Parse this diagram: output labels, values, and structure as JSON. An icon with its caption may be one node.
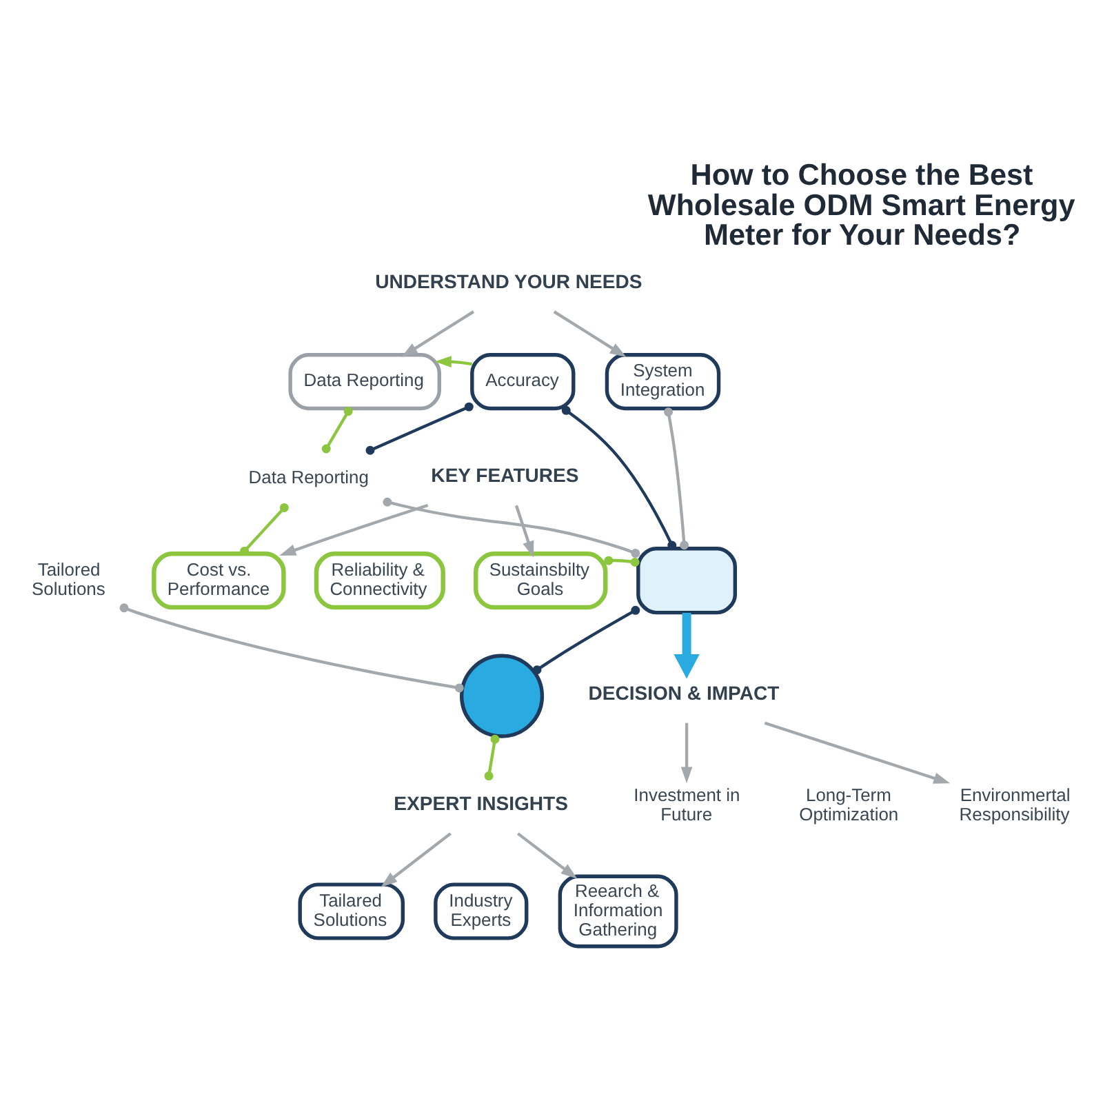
{
  "diagram": {
    "title": "How to Choose the Best Wholesale ODM Smart Energy Meter for Your Needs?",
    "nodes": [
      {
        "text": [
          "UNDERSTAND YOUR NEEDS"
        ]
      },
      {
        "text": [
          "Data Reporting"
        ]
      },
      {
        "text": [
          "Accuracy"
        ]
      },
      {
        "text": [
          "System Integration"
        ]
      },
      {
        "text": [
          "Data Reporting"
        ]
      },
      {
        "text": [
          "Tailored Solutions"
        ]
      },
      {
        "text": [
          "KEY FEATURES"
        ]
      },
      {
        "text": [
          "Cost vs. Performance"
        ]
      },
      {
        "text": [
          "Reliability & Connectivity"
        ]
      },
      {
        "text": [
          "Sustainsbilty Goals"
        ]
      },
      {
        "text": [],
        "shape": "circle"
      },
      {
        "text": [
          "EXPERT INSIGHTS"
        ]
      },
      {
        "text": [
          "Tailared Solutions"
        ]
      },
      {
        "text": [
          "Industry Experts"
        ]
      },
      {
        "text": [
          "Reearch & Information Gathering"
        ]
      },
      {
        "text": [],
        "shape": "box"
      },
      {
        "text": [
          "DECISION & IMPACT"
        ]
      },
      {
        "text": [
          "Investment in Future"
        ]
      },
      {
        "text": [
          "Long-Term Optimization"
        ]
      },
      {
        "text": [
          "Environmertal Responsibility"
        ]
      }
    ],
    "edges": [
      {
        "from": 0,
        "to": 1,
        "arrow": "to"
      },
      {
        "from": 0,
        "to": 3,
        "arrow": "to"
      },
      {
        "from": 2,
        "to": 1,
        "arrow": "to",
        "color": "#8cc63f"
      },
      {
        "from": 1,
        "to": 4,
        "arrow": "other",
        "color": "#8cc63f"
      },
      {
        "from": 4,
        "to": 2,
        "arrow": "other",
        "color": "#1f3a5a"
      },
      {
        "from": 2,
        "to": 15,
        "arrow": "other",
        "color": "#1f3a5a"
      },
      {
        "from": 4,
        "to": 15,
        "arrow": "other"
      },
      {
        "from": 3,
        "to": 15,
        "arrow": "other"
      },
      {
        "from": 5,
        "to": 10,
        "arrow": "other"
      },
      {
        "from": 4,
        "to": 7,
        "arrow": "other",
        "color": "#8cc63f"
      },
      {
        "from": 6,
        "to": 7,
        "arrow": "to"
      },
      {
        "from": 6,
        "to": 9,
        "arrow": "to"
      },
      {
        "from": 9,
        "to": 15,
        "arrow": "other",
        "color": "#8cc63f"
      },
      {
        "from": 15,
        "to": 10,
        "arrow": "other",
        "color": "#1f3a5a"
      },
      {
        "from": 10,
        "to": 11,
        "arrow": "other",
        "color": "#8cc63f"
      },
      {
        "from": 11,
        "to": 12,
        "arrow": "to"
      },
      {
        "from": 11,
        "to": 14,
        "arrow": "to"
      },
      {
        "from": 15,
        "to": 16,
        "arrow": "to",
        "style": "thick",
        "color": "#29abe2"
      },
      {
        "from": 16,
        "to": 17,
        "arrow": "to"
      },
      {
        "from": 16,
        "to": 19,
        "arrow": "to"
      }
    ]
  }
}
